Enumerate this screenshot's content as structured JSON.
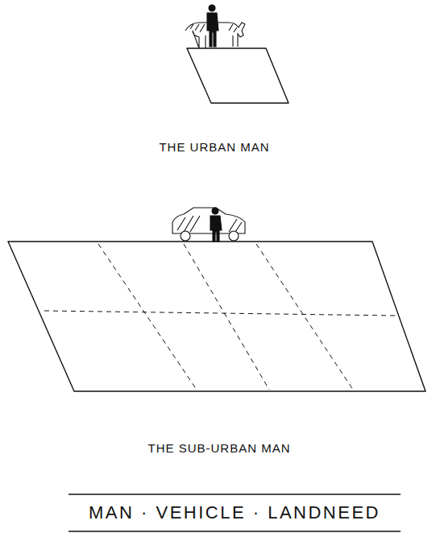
{
  "diagram": {
    "caption": "MAN · VEHICLE · LANDNEED",
    "labels": [
      "THE URBAN MAN",
      "THE SUB-URBAN MAN"
    ]
  }
}
